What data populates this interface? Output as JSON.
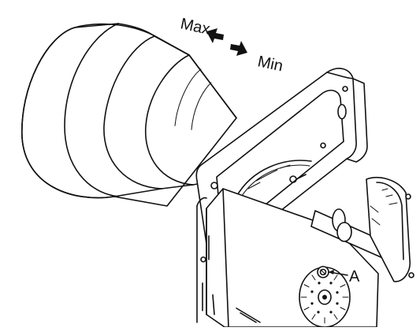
{
  "labels": {
    "max": "Max",
    "min": "Min",
    "callout": "A"
  },
  "colors": {
    "ink": "#111111",
    "background": "#ffffff"
  }
}
